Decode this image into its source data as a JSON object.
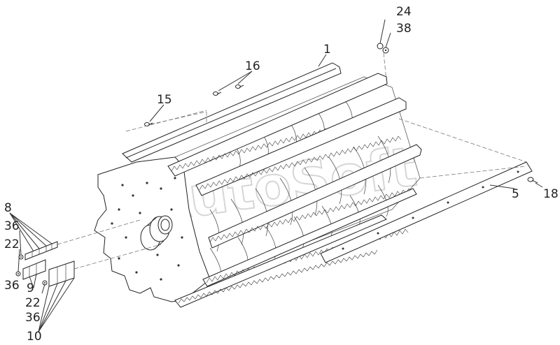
{
  "diagram": {
    "watermark": "AutoSoft",
    "callouts": [
      {
        "id": "c1",
        "text": "1"
      },
      {
        "id": "c5",
        "text": "5"
      },
      {
        "id": "c8",
        "text": "8"
      },
      {
        "id": "c9",
        "text": "9"
      },
      {
        "id": "c10",
        "text": "10"
      },
      {
        "id": "c15",
        "text": "15"
      },
      {
        "id": "c16",
        "text": "16"
      },
      {
        "id": "c18",
        "text": "18"
      },
      {
        "id": "c22a",
        "text": "22"
      },
      {
        "id": "c22b",
        "text": "22"
      },
      {
        "id": "c24",
        "text": "24"
      },
      {
        "id": "c36a",
        "text": "36"
      },
      {
        "id": "c36b",
        "text": "36"
      },
      {
        "id": "c36c",
        "text": "36"
      },
      {
        "id": "c38",
        "text": "38"
      }
    ]
  }
}
